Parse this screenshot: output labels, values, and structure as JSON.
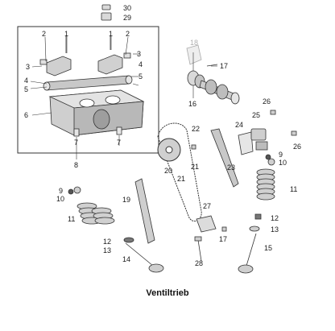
{
  "caption": "Ventiltrieb",
  "colors": {
    "line": "#333333",
    "part_fill": "#d9d9d9",
    "part_dark": "#9e9e9e",
    "label": "#1a1a1a",
    "faded_label": "#b0b0b0"
  },
  "labels": {
    "p1a": "1",
    "p1b": "1",
    "p2a": "2",
    "p2b": "2",
    "p3a": "3",
    "p3b": "3",
    "p4a": "4",
    "p4b": "4",
    "p5a": "5",
    "p5b": "5",
    "p6": "6",
    "p7a": "7",
    "p7b": "7",
    "p8": "8",
    "p9a": "9",
    "p9b": "9",
    "p10a": "10",
    "p10b": "10",
    "p11a": "11",
    "p11b": "11",
    "p12a": "12",
    "p12b": "12",
    "p13a": "13",
    "p13b": "13",
    "p14": "14",
    "p15": "15",
    "p16": "16",
    "p17a": "17",
    "p17b": "17",
    "p18": "18",
    "p19": "19",
    "p20": "20",
    "p21a": "21",
    "p21b": "21",
    "p22": "22",
    "p23": "23",
    "p24": "24",
    "p25": "25",
    "p26a": "26",
    "p26b": "26",
    "p27": "27",
    "p28": "28",
    "p29": "29",
    "p30": "30"
  }
}
